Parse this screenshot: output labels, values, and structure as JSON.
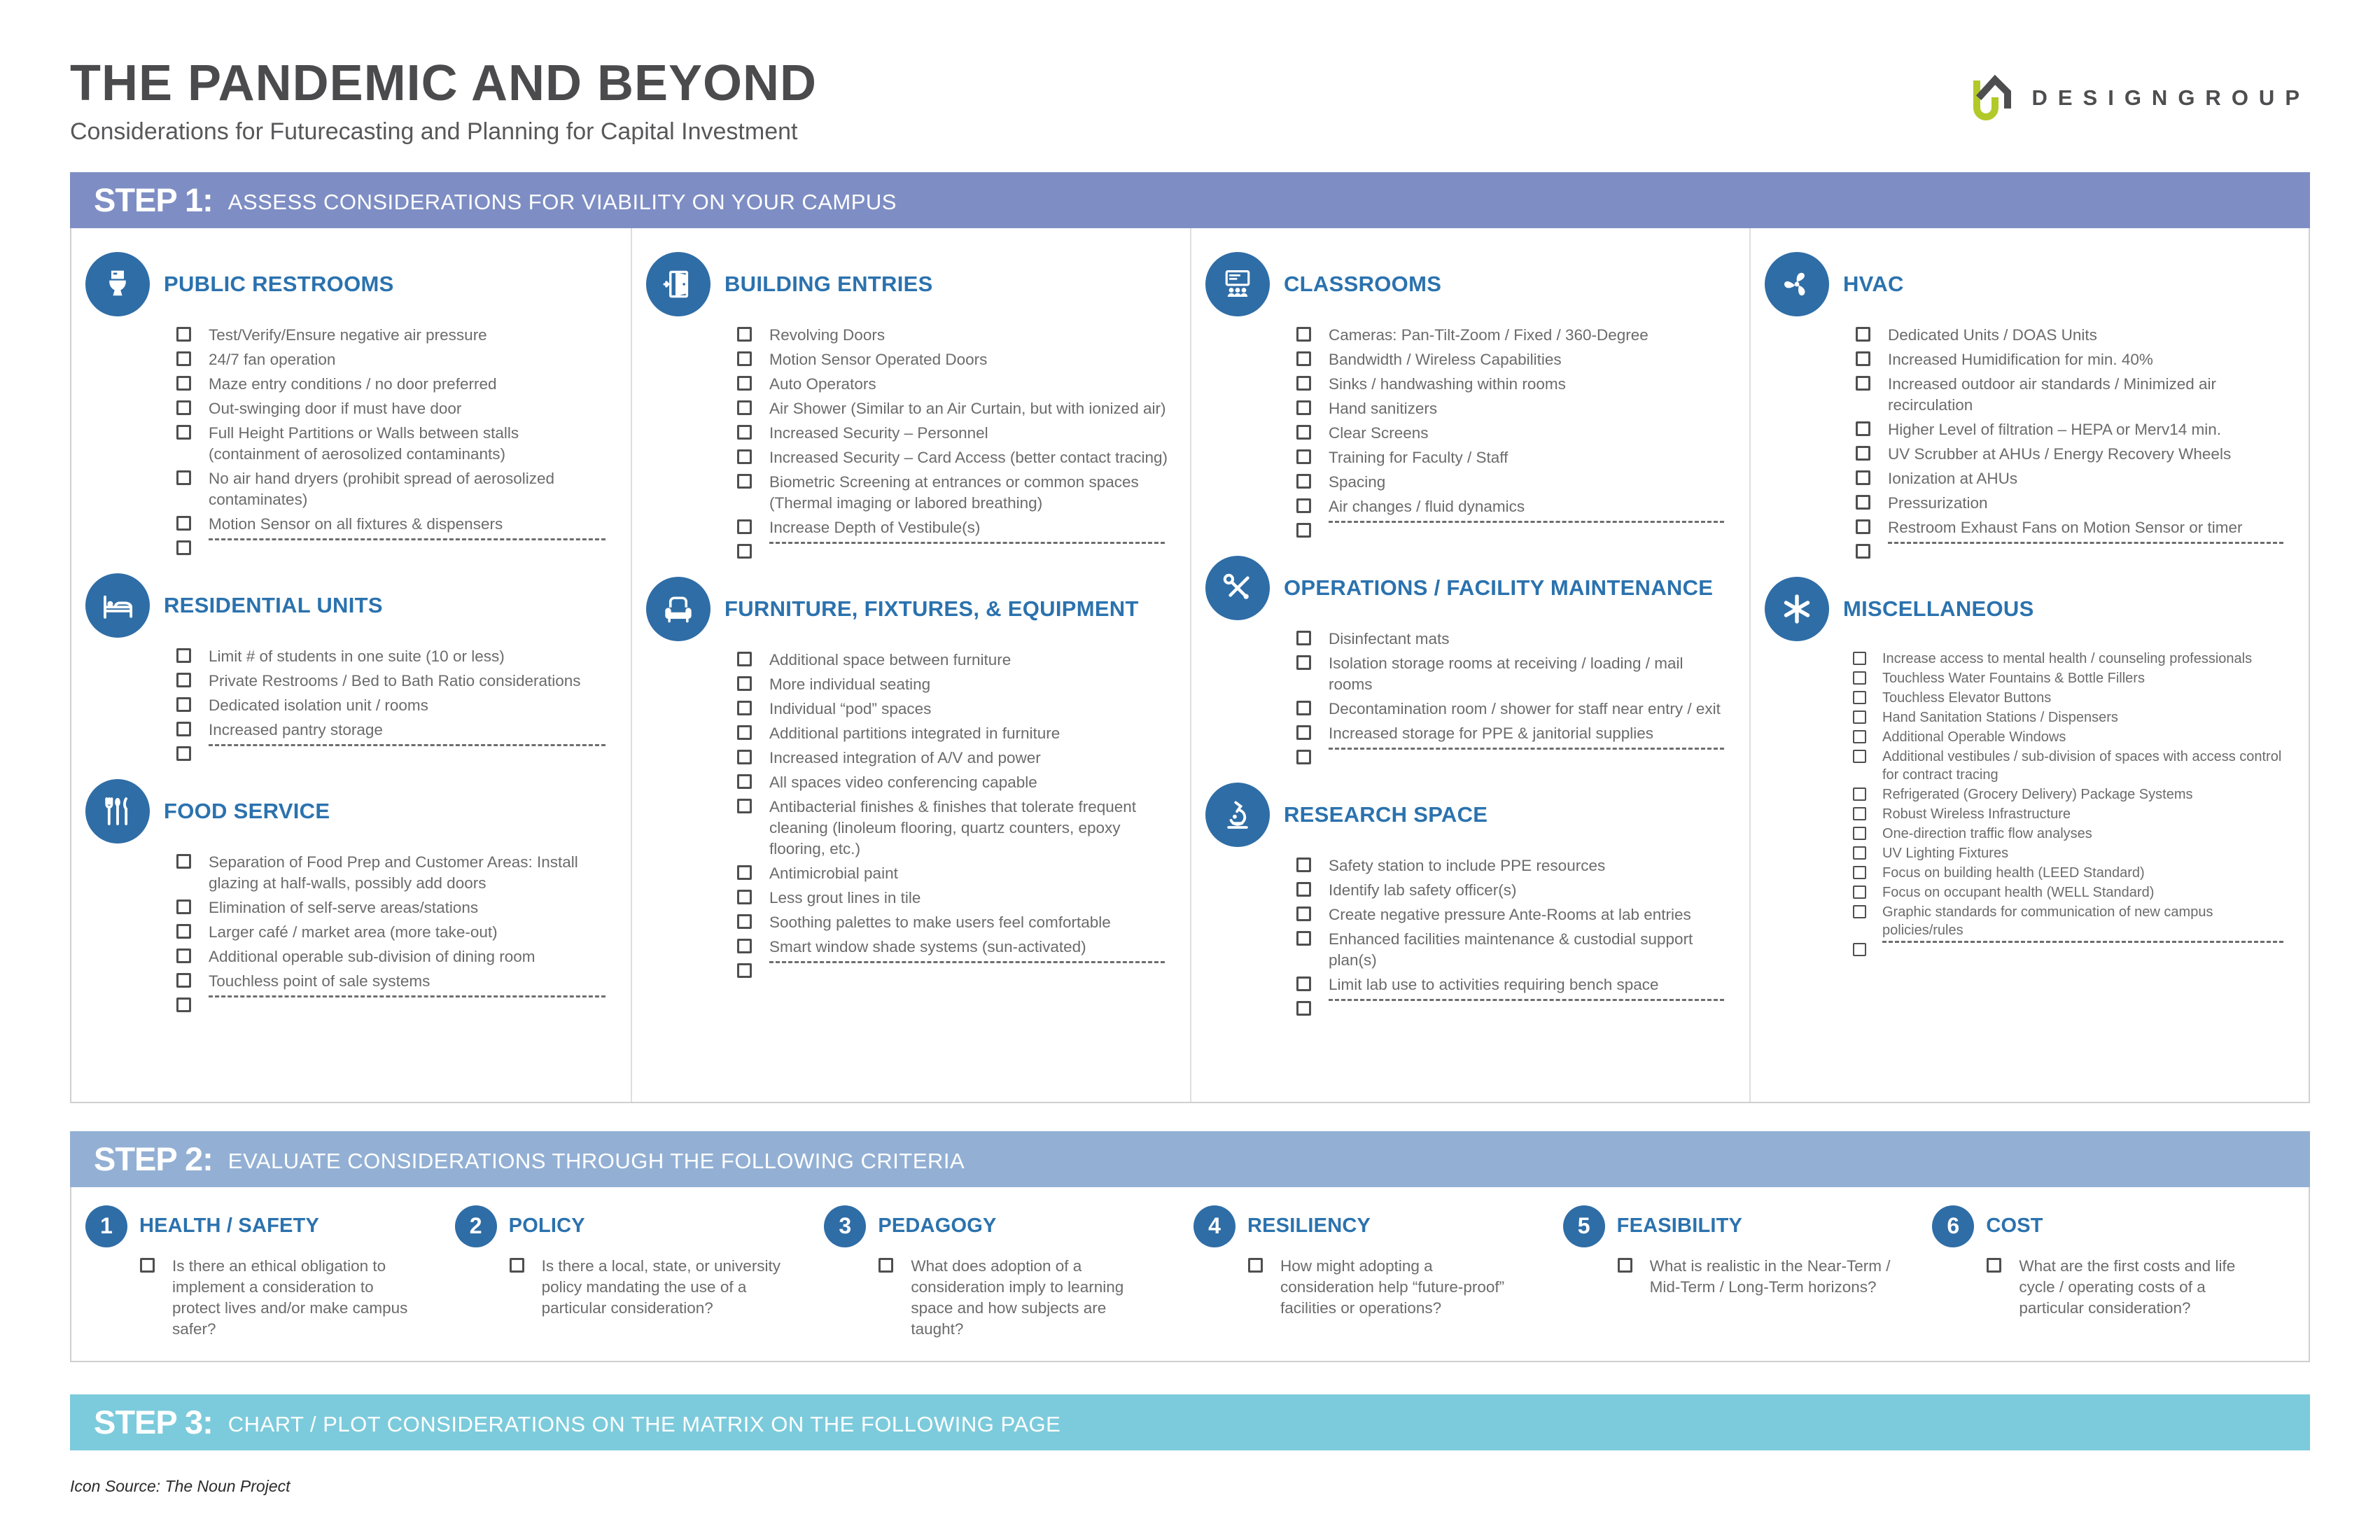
{
  "header": {
    "title": "THE PANDEMIC AND BEYOND",
    "subtitle": "Considerations for Futurecasting and Planning for Capital Investment",
    "logo_text": "DESIGNGROUP"
  },
  "banners": [
    {
      "label": "STEP 1:",
      "description": "ASSESS CONSIDERATIONS FOR VIABILITY ON YOUR CAMPUS"
    },
    {
      "label": "STEP 2:",
      "description": "EVALUATE CONSIDERATIONS THROUGH THE FOLLOWING CRITERIA"
    },
    {
      "label": "STEP 3:",
      "description": "CHART / PLOT CONSIDERATIONS ON THE MATRIX ON THE FOLLOWING PAGE"
    }
  ],
  "step1": {
    "columns": [
      [
        {
          "id": "public-restrooms",
          "title": "PUBLIC RESTROOMS",
          "icon": "toilet-icon",
          "items": [
            "Test/Verify/Ensure negative air pressure",
            "24/7 fan operation",
            "Maze entry conditions / no door preferred",
            "Out-swinging door if must have door",
            "Full Height Partitions or Walls between stalls (containment of aerosolized contaminants)",
            "No air hand dryers (prohibit spread of aerosolized contaminates)",
            "Motion Sensor on all fixtures & dispensers"
          ]
        },
        {
          "id": "residential-units",
          "title": "RESIDENTIAL UNITS",
          "icon": "bed-icon",
          "items": [
            "Limit # of students in one suite (10 or less)",
            "Private Restrooms / Bed to Bath Ratio considerations",
            "Dedicated isolation unit / rooms",
            "Increased pantry storage"
          ]
        },
        {
          "id": "food-service",
          "title": "FOOD SERVICE",
          "icon": "utensils-icon",
          "items": [
            "Separation of Food Prep and Customer Areas: Install glazing at half-walls, possibly add doors",
            "Elimination of self-serve areas/stations",
            "Larger café / market area (more take-out)",
            "Additional operable sub-division of dining room",
            "Touchless point of sale systems"
          ]
        }
      ],
      [
        {
          "id": "building-entries",
          "title": "BUILDING ENTRIES",
          "icon": "door-icon",
          "items": [
            "Revolving Doors",
            "Motion Sensor Operated Doors",
            "Auto Operators",
            "Air Shower (Similar to an Air Curtain, but with ionized air)",
            "Increased Security – Personnel",
            "Increased Security – Card Access (better contact tracing)",
            "Biometric Screening at entrances or common spaces (Thermal imaging or labored breathing)",
            "Increase Depth of Vestibule(s)"
          ]
        },
        {
          "id": "furniture-fixtures-equipment",
          "title": "FURNITURE, FIXTURES, & EQUIPMENT",
          "icon": "armchair-icon",
          "items": [
            "Additional space between furniture",
            "More individual seating",
            "Individual “pod” spaces",
            "Additional partitions integrated in furniture",
            "Increased integration of A/V and power",
            "All spaces video conferencing capable",
            "Antibacterial finishes & finishes that tolerate frequent cleaning (linoleum flooring, quartz counters, epoxy flooring, etc.)",
            "Antimicrobial paint",
            "Less grout lines in tile",
            "Soothing palettes to make users feel comfortable",
            "Smart window shade systems (sun-activated)"
          ]
        }
      ],
      [
        {
          "id": "classrooms",
          "title": "CLASSROOMS",
          "icon": "classroom-icon",
          "items": [
            "Cameras: Pan-Tilt-Zoom / Fixed / 360-Degree",
            "Bandwidth / Wireless Capabilities",
            "Sinks / handwashing within rooms",
            "Hand sanitizers",
            "Clear Screens",
            "Training for Faculty / Staff",
            "Spacing",
            "Air changes / fluid dynamics"
          ]
        },
        {
          "id": "operations-facility-maintenance",
          "title": "OPERATIONS / FACILITY MAINTENANCE",
          "icon": "tools-icon",
          "items": [
            "Disinfectant mats",
            "Isolation storage rooms at receiving / loading / mail rooms",
            "Decontamination room / shower for staff near entry / exit",
            "Increased storage for PPE & janitorial supplies"
          ]
        },
        {
          "id": "research-space",
          "title": "RESEARCH SPACE",
          "icon": "microscope-icon",
          "items": [
            "Safety station to include PPE resources",
            "Identify lab safety officer(s)",
            "Create negative pressure Ante-Rooms at lab entries",
            "Enhanced facilities maintenance & custodial support plan(s)",
            "Limit lab use to activities requiring bench space"
          ]
        }
      ],
      [
        {
          "id": "hvac",
          "title": "HVAC",
          "icon": "fan-icon",
          "items": [
            "Dedicated Units / DOAS Units",
            "Increased Humidification for min. 40%",
            "Increased outdoor air standards / Minimized air recirculation",
            "Higher Level of filtration – HEPA or Merv14 min.",
            "UV Scrubber at AHUs / Energy Recovery Wheels",
            "Ionization at AHUs",
            "Pressurization",
            "Restroom Exhaust Fans on Motion Sensor or timer"
          ]
        },
        {
          "id": "miscellaneous",
          "title": "MISCELLANEOUS",
          "icon": "asterisk-icon",
          "compact": true,
          "items": [
            "Increase access to mental health / counseling professionals",
            "Touchless Water Fountains & Bottle Fillers",
            "Touchless Elevator Buttons",
            "Hand Sanitation Stations / Dispensers",
            "Additional Operable Windows",
            "Additional vestibules / sub-division of spaces with access control for contract tracing",
            "Refrigerated (Grocery Delivery) Package Systems",
            "Robust Wireless Infrastructure",
            "One-direction traffic flow analyses",
            "UV Lighting Fixtures",
            "Focus on building health (LEED Standard)",
            "Focus on occupant health (WELL Standard)",
            "Graphic standards for communication of new campus policies/rules"
          ]
        }
      ]
    ]
  },
  "step2": {
    "criteria": [
      {
        "number": "1",
        "title": "HEALTH / SAFETY",
        "question": "Is there an ethical obligation to implement a consideration to protect lives and/or make campus safer?"
      },
      {
        "number": "2",
        "title": "POLICY",
        "question": "Is there a local, state, or university policy mandating the use of a particular consideration?"
      },
      {
        "number": "3",
        "title": "PEDAGOGY",
        "question": "What does adoption of a consideration imply to learning space and how subjects are taught?"
      },
      {
        "number": "4",
        "title": "RESILIENCY",
        "question": "How might adopting a consideration help “future-proof” facilities or operations?"
      },
      {
        "number": "5",
        "title": "FEASIBILITY",
        "question": "What is realistic in the Near-Term / Mid-Term / Long-Term horizons?"
      },
      {
        "number": "6",
        "title": "COST",
        "question": "What are the first costs and life cycle / operating costs of a particular consideration?"
      }
    ]
  },
  "footer": {
    "source": "Icon Source: The Noun Project"
  },
  "colors": {
    "accent_blue": "#2f6da6",
    "header_blue": "#2b72ae",
    "banner_step1": "#7e8ec4",
    "banner_step2": "#93b0d4",
    "banner_step3": "#7ccbdc",
    "logo_green": "#b3c92a",
    "logo_gray": "#4e4e50",
    "text_gray": "#6b6b6b",
    "title_gray": "#4b4b4d"
  }
}
